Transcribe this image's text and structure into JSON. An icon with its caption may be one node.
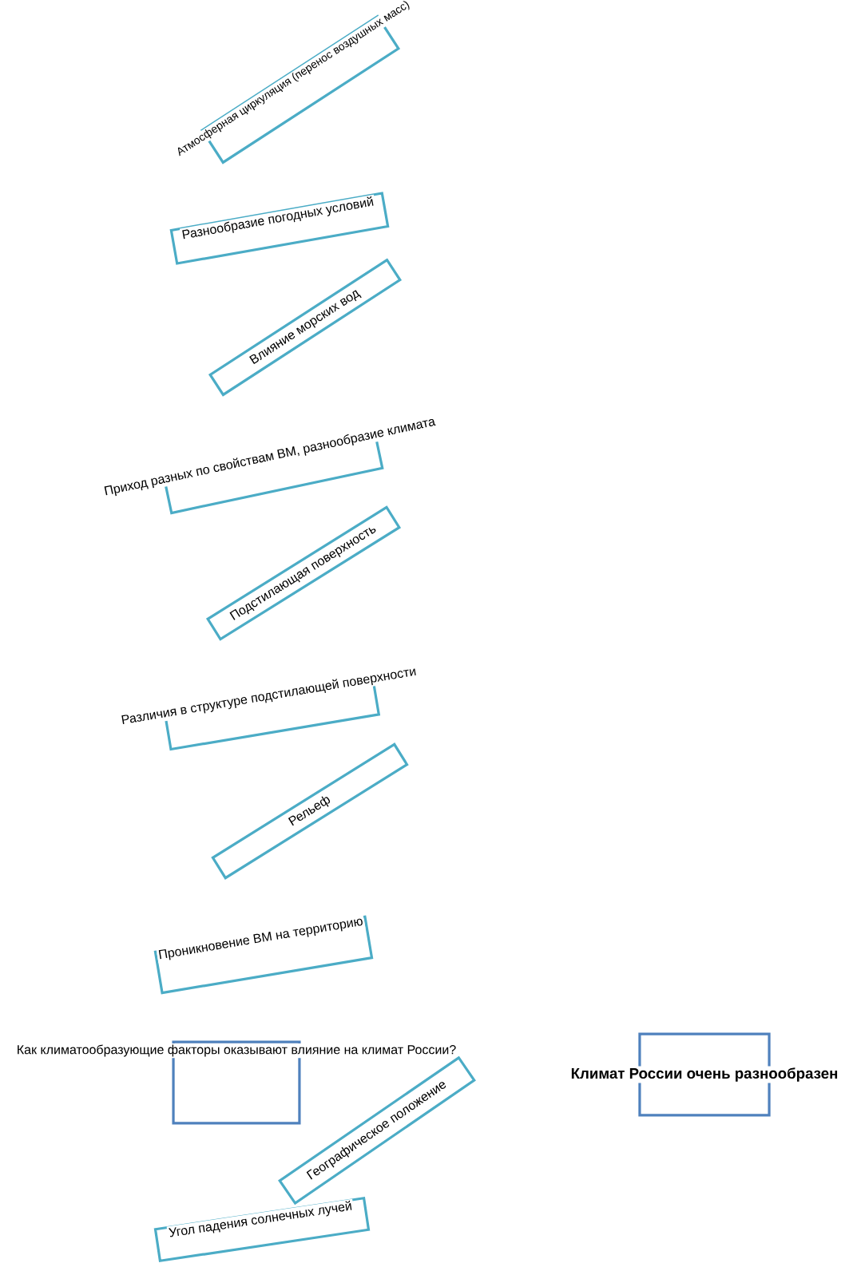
{
  "diagram": {
    "nodes": [
      {
        "text": [
          "Атмосферная циркуляция (перенос воздушных масс)"
        ]
      },
      {
        "text": [
          "Разнообразие погодных условий"
        ]
      },
      {
        "text": [
          "Влияние морских вод"
        ]
      },
      {
        "text": [
          "Приход разных по свойствам ВМ, разнообразие климата"
        ]
      },
      {
        "text": [
          "Подстилающая поверхность"
        ]
      },
      {
        "text": [
          "Различия в структуре подстилающей поверхности"
        ]
      },
      {
        "text": [
          "Рельеф"
        ]
      },
      {
        "text": [
          "Проникновение ВМ на территорию"
        ]
      },
      {
        "text": [
          "Как климатообразующие факторы оказывают влияние на климат России?"
        ]
      },
      {
        "text": [
          "Географическое положение"
        ]
      },
      {
        "text": [
          "Угол падения солнечных лучей"
        ]
      },
      {
        "text": [
          "Климат России очень разнообразен"
        ]
      }
    ]
  }
}
